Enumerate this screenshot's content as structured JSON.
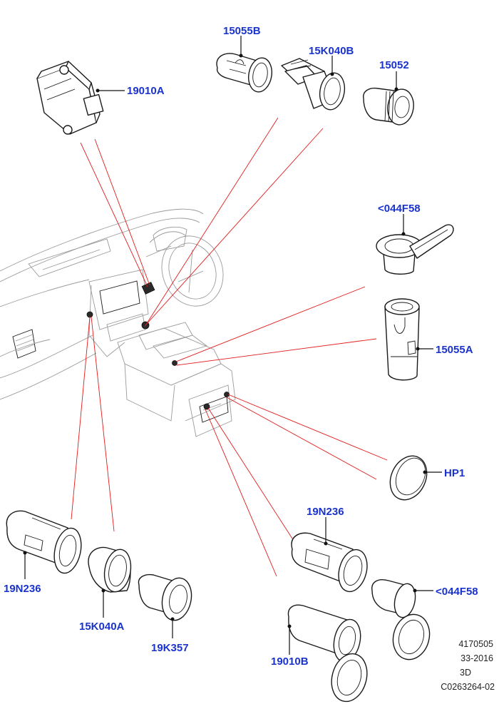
{
  "diagram": {
    "labels": {
      "p15055B": "15055B",
      "p15K040B": "15K040B",
      "p15052": "15052",
      "p19010A": "19010A",
      "p044F58_top": "<044F58",
      "p15055A": "15055A",
      "pHP1": "HP1",
      "p19N236_right": "19N236",
      "p044F58_bottom": "<044F58",
      "p19010B": "19010B",
      "p19N236_left": "19N236",
      "p15K040A": "15K040A",
      "p19K357": "19K357"
    },
    "reference": {
      "line1": "4170505",
      "line2": "33-2016",
      "line3": "3D",
      "line4": "C0263264-02"
    },
    "colors": {
      "label": "#1a33cc",
      "leader": "#e31b1b",
      "outline": "#1a1a1a"
    }
  }
}
